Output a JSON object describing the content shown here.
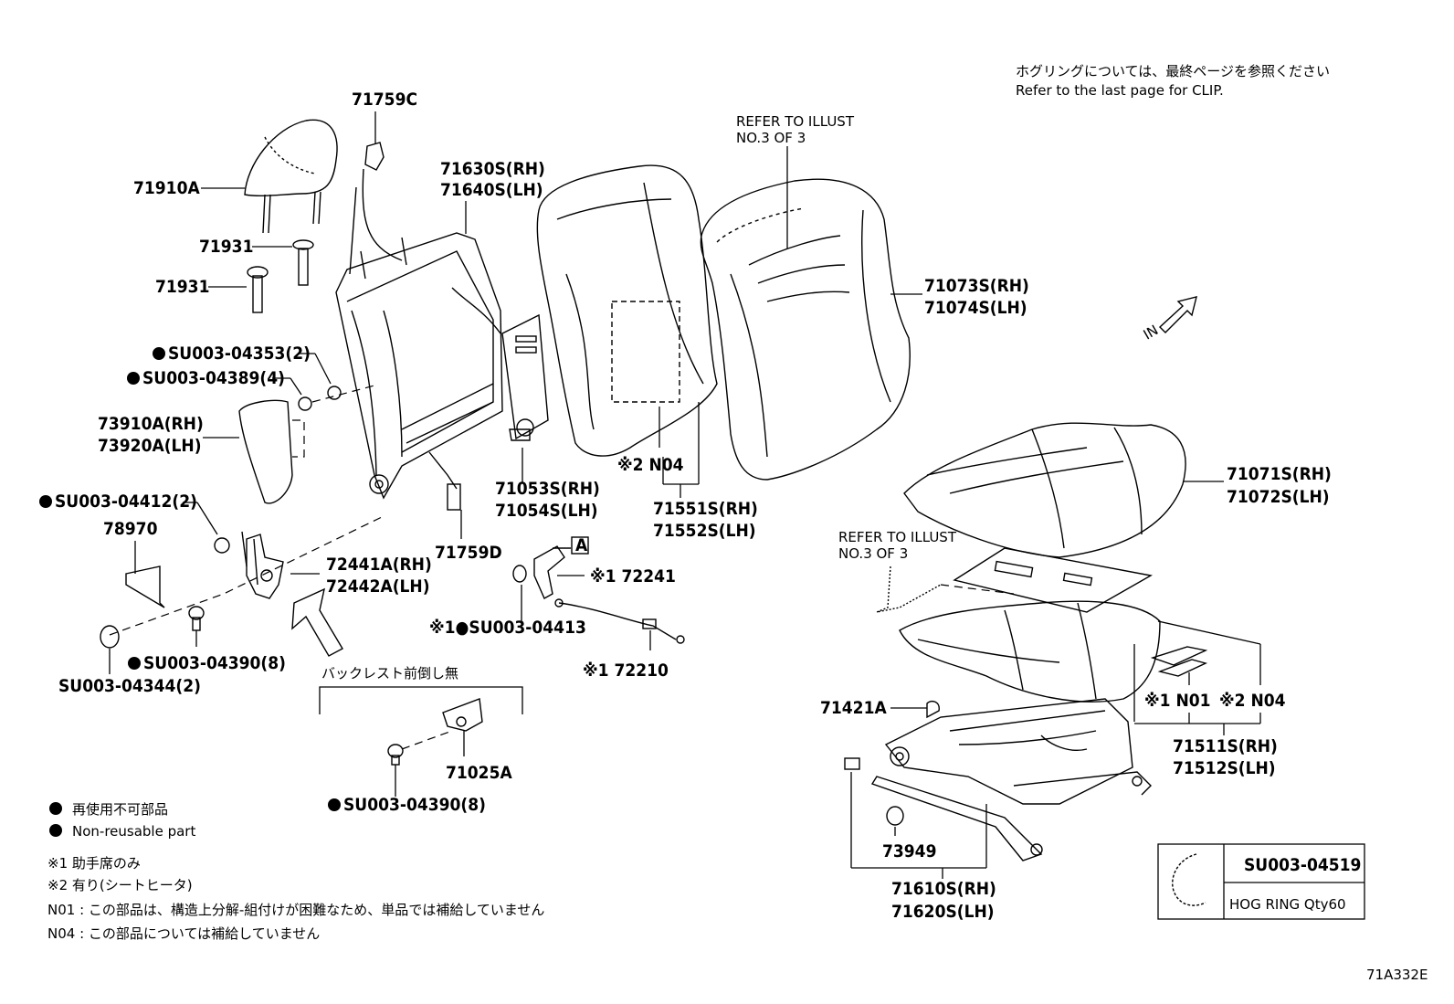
{
  "notes": {
    "clip_ja": "ホグリングについては、最終ページを参照ください",
    "clip_en": "Refer to the last page for CLIP.",
    "refer_top": [
      "REFER TO ILLUST",
      "NO.3 OF 3"
    ],
    "refer_mid": [
      "REFER TO ILLUST",
      "NO.3 OF 3"
    ],
    "backrest_note": "バックレスト前倒し無",
    "in_label": "IN"
  },
  "labels": {
    "l71759c": "71759C",
    "l71910a": "71910A",
    "l71931a": "71931",
    "l71931b": "71931",
    "l71630": [
      "71630S(RH)",
      "71640S(LH)"
    ],
    "su04353": "SU003-04353(2)",
    "su04389": "SU003-04389(4)",
    "l73910": [
      "73910A(RH)",
      "73920A(LH)"
    ],
    "su04412": "SU003-04412(2)",
    "l78970": "78970",
    "l72441": [
      "72441A(RH)",
      "72442A(LH)"
    ],
    "su04390a": "SU003-04390(8)",
    "su04344": "SU003-04344(2)",
    "l71759d": "71759D",
    "l71053": [
      "71053S(RH)",
      "71054S(LH)"
    ],
    "n04a": "※2 N04",
    "l71551": [
      "71551S(RH)",
      "71552S(LH)"
    ],
    "l71073": [
      "71073S(RH)",
      "71074S(LH)"
    ],
    "l71071": [
      "71071S(RH)",
      "71072S(LH)"
    ],
    "box_a": "A",
    "l72241": "※1 72241",
    "su04413": "※1●SU003-04413",
    "l72210": "※1 72210",
    "l71025a": "71025A",
    "su04390b": "SU003-04390(8)",
    "l71421a": "71421A",
    "n01": "※1 N01",
    "n04b": "※2 N04",
    "l71511": [
      "71511S(RH)",
      "71512S(LH)"
    ],
    "l73949": "73949",
    "l71610": [
      "71610S(RH)",
      "71620S(LH)"
    ]
  },
  "legend": {
    "nonreuse_ja": "再使用不可部品",
    "nonreuse_en": "Non-reusable part",
    "n1": "※1  助手席のみ",
    "n2": "※2  有り(シートヒータ)",
    "n01": "N01 : この部品は、構造上分解-組付けが困難なため、単品では補給していません",
    "n04": "N04 : この部品については補給していません"
  },
  "hog_ring": {
    "part": "SU003-04519",
    "desc": "HOG RING Qty60"
  },
  "diagram_id": "71A332E"
}
